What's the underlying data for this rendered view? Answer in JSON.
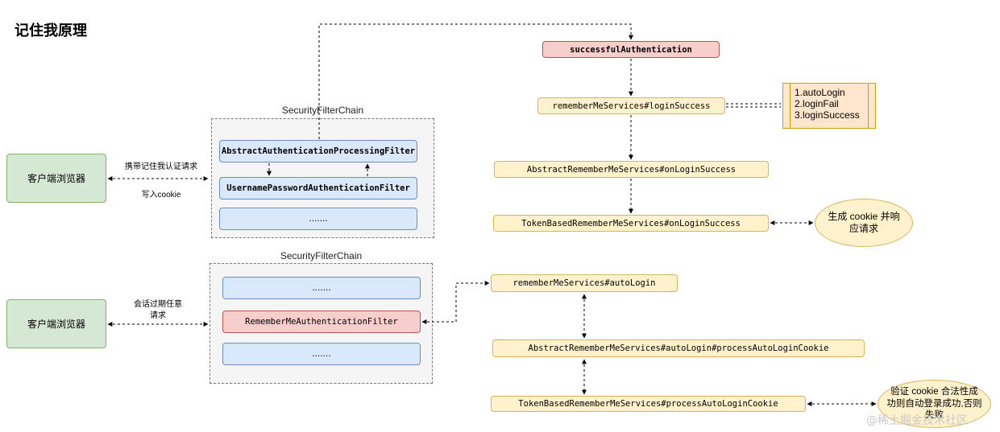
{
  "title": "记住我原理",
  "top_section": {
    "browser": "客户端浏览器",
    "request_label": "携带记住我认证请求",
    "response_label": "写入cookie",
    "chain_label": "SecurityFilterChain",
    "filters": [
      "AbstractAuthenticationProcessingFilter",
      "UsernamePasswordAuthenticationFilter",
      "......."
    ],
    "flow": {
      "success": "successfulAuthentication",
      "login_success": "rememberMeServices#loginSuccess",
      "abstract_login_success": "AbstractRememberMeServices#onLoginSuccess",
      "token_login_success": "TokenBasedRememberMeServices#onLoginSuccess",
      "result": "生成 cookie 并响应请求"
    },
    "service_methods": [
      "1.autoLogin",
      "2.loginFail",
      "3.loginSuccess"
    ]
  },
  "bottom_section": {
    "browser": "客户端浏览器",
    "session_label": "会话过期任意请求",
    "chain_label": "SecurityFilterChain",
    "filters": [
      ".......",
      "RememberMeAuthenticationFilter",
      "......."
    ],
    "flow": {
      "auto_login": "rememberMeServices#autoLogin",
      "abstract_auto_login": "AbstractRememberMeServices#autoLogin#processAutoLoginCookie",
      "token_process": "TokenBasedRememberMeServices#processAutoLoginCookie",
      "result": "验证 cookie 合法性成功则自动登录成功,否则失败"
    }
  },
  "watermark": "@稀土掘金技术社区",
  "colors": {
    "green_fill": "#d5e8d4",
    "blue_fill": "#dae8fc",
    "red_fill": "#f8cecc",
    "yellow_fill": "#fff2cc",
    "orange_fill": "#ffe6cc"
  }
}
